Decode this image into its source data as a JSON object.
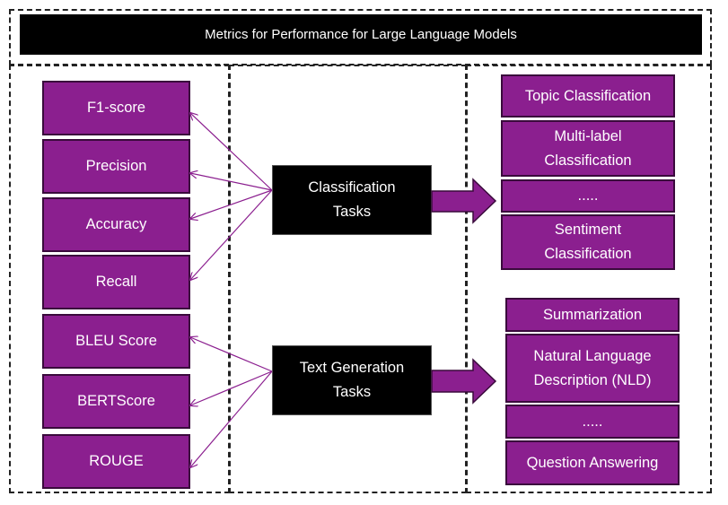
{
  "title": "Metrics for Performance for Large Language Models",
  "metrics": [
    "F1-score",
    "Precision",
    "Accuracy",
    "Recall",
    "BLEU Score",
    "BERTScore",
    "ROUGE"
  ],
  "tasks": {
    "classification": "Classification\nTasks",
    "text_generation": "Text Generation\nTasks"
  },
  "classification_types": [
    "Topic Classification",
    "Multi-label\nClassification",
    ".....",
    "Sentiment\nClassification"
  ],
  "generation_types": [
    "Summarization",
    "Natural Language\nDescription (NLD)",
    ".....",
    "Question Answering"
  ],
  "colors": {
    "box": "#8B1F8F",
    "arrow": "#8B1F8F",
    "task_bg": "#000000"
  }
}
